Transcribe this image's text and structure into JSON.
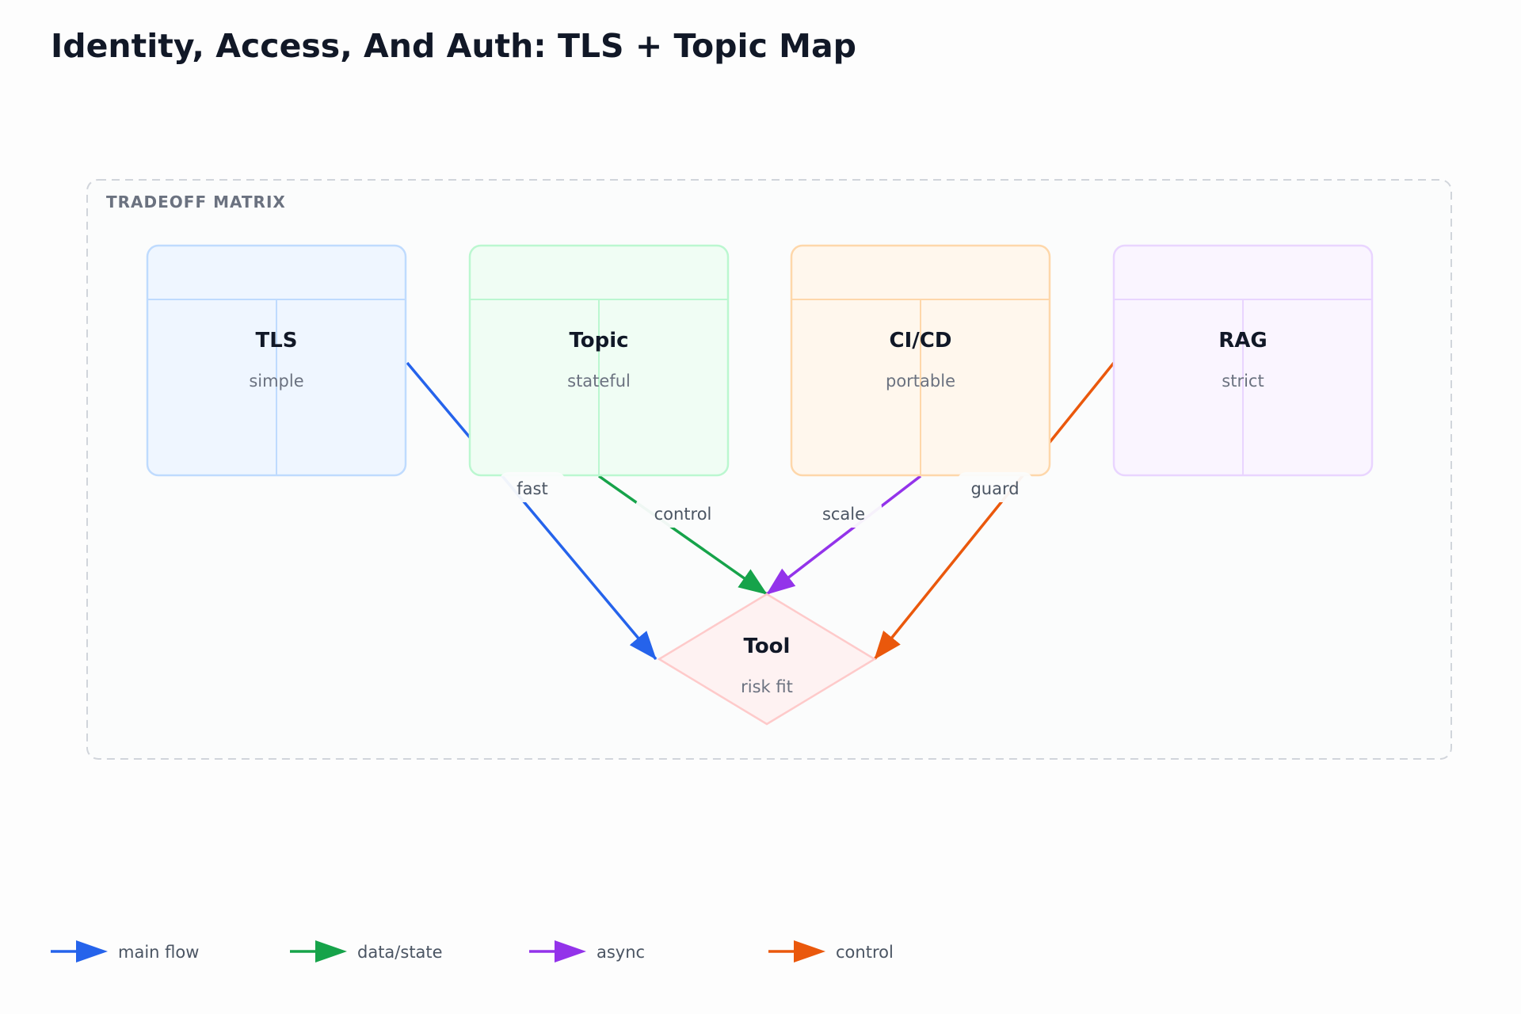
{
  "title": "Identity, Access, And Auth: TLS + Topic Map",
  "group": {
    "label": "TRADEOFF MATRIX"
  },
  "nodes": [
    {
      "id": "tls",
      "title": "TLS",
      "subtitle": "simple",
      "fill": "#eff6ff",
      "stroke": "#bfdbfe"
    },
    {
      "id": "topic",
      "title": "Topic",
      "subtitle": "stateful",
      "fill": "#f0fdf4",
      "stroke": "#bbf7d0"
    },
    {
      "id": "cicd",
      "title": "CI/CD",
      "subtitle": "portable",
      "fill": "#fff7ed",
      "stroke": "#fed7aa"
    },
    {
      "id": "rag",
      "title": "RAG",
      "subtitle": "strict",
      "fill": "#faf5ff",
      "stroke": "#e9d5ff"
    }
  ],
  "decision": {
    "id": "tool",
    "title": "Tool",
    "subtitle": "risk fit",
    "fill": "#fef2f2",
    "stroke": "#fecaca"
  },
  "edges": [
    {
      "from": "tls",
      "to": "tool",
      "label": "fast",
      "color": "#2563eb"
    },
    {
      "from": "topic",
      "to": "tool",
      "label": "control",
      "color": "#16a34a"
    },
    {
      "from": "cicd",
      "to": "tool",
      "label": "scale",
      "color": "#9333ea"
    },
    {
      "from": "rag",
      "to": "tool",
      "label": "guard",
      "color": "#ea580c"
    }
  ],
  "legend": [
    {
      "label": "main flow",
      "color": "#2563eb"
    },
    {
      "label": "data/state",
      "color": "#16a34a"
    },
    {
      "label": "async",
      "color": "#9333ea"
    },
    {
      "label": "control",
      "color": "#ea580c"
    }
  ]
}
